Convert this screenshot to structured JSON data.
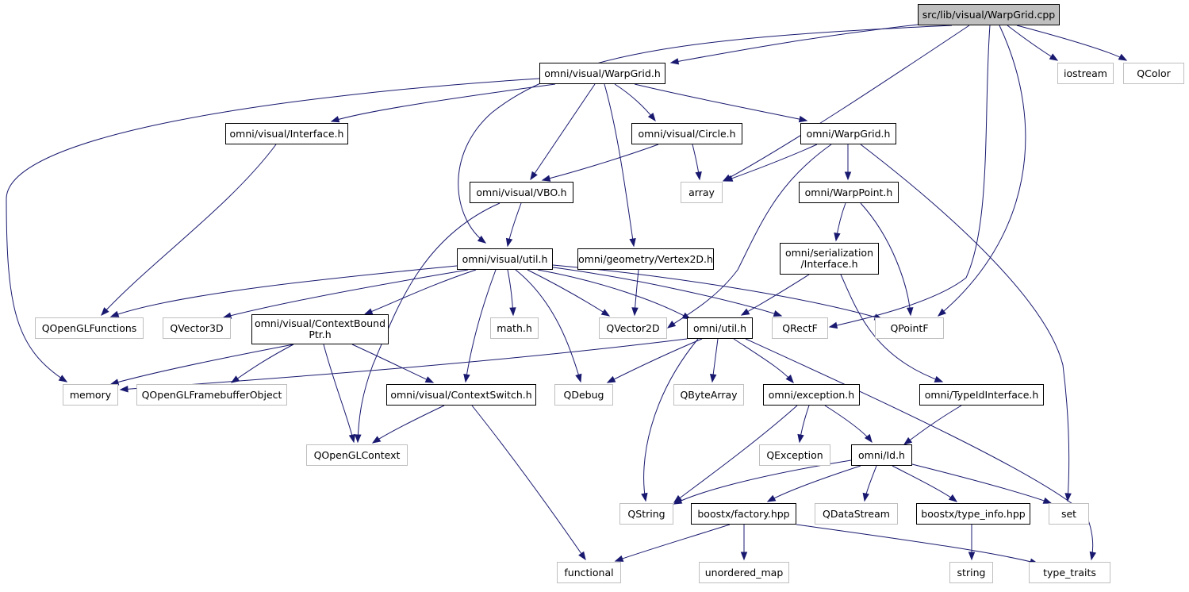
{
  "diagram": {
    "colors": {
      "edge": "#191970",
      "root_fill": "#bfbfbf",
      "internal_border": "#000000",
      "external_border": "#bfbfbf",
      "background": "#ffffff"
    },
    "nodes": [
      {
        "id": "warpgrid_cpp",
        "label": "src/lib/visual/WarpGrid.cpp",
        "kind": "root"
      },
      {
        "id": "iostream",
        "label": "iostream",
        "kind": "external"
      },
      {
        "id": "qcolor",
        "label": "QColor",
        "kind": "external"
      },
      {
        "id": "visual_warpgrid_h",
        "label": "omni/visual/WarpGrid.h",
        "kind": "internal"
      },
      {
        "id": "visual_interface_h",
        "label": "omni/visual/Interface.h",
        "kind": "internal"
      },
      {
        "id": "visual_circle_h",
        "label": "omni/visual/Circle.h",
        "kind": "internal"
      },
      {
        "id": "warpgrid_h",
        "label": "omni/WarpGrid.h",
        "kind": "internal"
      },
      {
        "id": "visual_vbo_h",
        "label": "omni/visual/VBO.h",
        "kind": "internal"
      },
      {
        "id": "array",
        "label": "array",
        "kind": "external"
      },
      {
        "id": "warppoint_h",
        "label": "omni/WarpPoint.h",
        "kind": "internal"
      },
      {
        "id": "visual_util_h",
        "label": "omni/visual/util.h",
        "kind": "internal"
      },
      {
        "id": "vertex2d_h",
        "label": "omni/geometry/Vertex2D.h",
        "kind": "internal"
      },
      {
        "id": "serialization_interface_h",
        "label": "omni/serialization\n/Interface.h",
        "kind": "internal"
      },
      {
        "id": "qopenglfunctions",
        "label": "QOpenGLFunctions",
        "kind": "external"
      },
      {
        "id": "qvector3d",
        "label": "QVector3D",
        "kind": "external"
      },
      {
        "id": "contextboundptr_h",
        "label": "omni/visual/ContextBound\nPtr.h",
        "kind": "internal"
      },
      {
        "id": "math_h",
        "label": "math.h",
        "kind": "external"
      },
      {
        "id": "qvector2d",
        "label": "QVector2D",
        "kind": "external"
      },
      {
        "id": "util_h",
        "label": "omni/util.h",
        "kind": "internal"
      },
      {
        "id": "qrectf",
        "label": "QRectF",
        "kind": "external"
      },
      {
        "id": "qpointf",
        "label": "QPointF",
        "kind": "external"
      },
      {
        "id": "memory",
        "label": "memory",
        "kind": "external"
      },
      {
        "id": "qopenglframebufferobject",
        "label": "QOpenGLFramebufferObject",
        "kind": "external"
      },
      {
        "id": "contextswitch_h",
        "label": "omni/visual/ContextSwitch.h",
        "kind": "internal"
      },
      {
        "id": "qdebug",
        "label": "QDebug",
        "kind": "external"
      },
      {
        "id": "qbytearray",
        "label": "QByteArray",
        "kind": "external"
      },
      {
        "id": "exception_h",
        "label": "omni/exception.h",
        "kind": "internal"
      },
      {
        "id": "typeidinterface_h",
        "label": "omni/TypeIdInterface.h",
        "kind": "internal"
      },
      {
        "id": "qopenglcontext",
        "label": "QOpenGLContext",
        "kind": "external"
      },
      {
        "id": "qexception",
        "label": "QException",
        "kind": "external"
      },
      {
        "id": "id_h",
        "label": "omni/Id.h",
        "kind": "internal"
      },
      {
        "id": "qstring",
        "label": "QString",
        "kind": "external"
      },
      {
        "id": "factory_hpp",
        "label": "boostx/factory.hpp",
        "kind": "internal"
      },
      {
        "id": "qdatastream",
        "label": "QDataStream",
        "kind": "external"
      },
      {
        "id": "type_info_hpp",
        "label": "boostx/type_info.hpp",
        "kind": "internal"
      },
      {
        "id": "set",
        "label": "set",
        "kind": "external"
      },
      {
        "id": "functional",
        "label": "functional",
        "kind": "external"
      },
      {
        "id": "unordered_map",
        "label": "unordered_map",
        "kind": "external"
      },
      {
        "id": "string",
        "label": "string",
        "kind": "external"
      },
      {
        "id": "type_traits",
        "label": "type_traits",
        "kind": "external"
      }
    ],
    "edges": [
      [
        "warpgrid_cpp",
        "visual_warpgrid_h"
      ],
      [
        "warpgrid_cpp",
        "visual_util_h"
      ],
      [
        "warpgrid_cpp",
        "array"
      ],
      [
        "warpgrid_cpp",
        "qrectf"
      ],
      [
        "warpgrid_cpp",
        "qpointf"
      ],
      [
        "warpgrid_cpp",
        "iostream"
      ],
      [
        "warpgrid_cpp",
        "qcolor"
      ],
      [
        "visual_warpgrid_h",
        "memory"
      ],
      [
        "visual_warpgrid_h",
        "visual_interface_h"
      ],
      [
        "visual_warpgrid_h",
        "visual_circle_h"
      ],
      [
        "visual_warpgrid_h",
        "warpgrid_h"
      ],
      [
        "visual_warpgrid_h",
        "visual_vbo_h"
      ],
      [
        "visual_warpgrid_h",
        "vertex2d_h"
      ],
      [
        "visual_interface_h",
        "qopenglfunctions"
      ],
      [
        "visual_circle_h",
        "visual_vbo_h"
      ],
      [
        "visual_circle_h",
        "array"
      ],
      [
        "warpgrid_h",
        "array"
      ],
      [
        "warpgrid_h",
        "warppoint_h"
      ],
      [
        "warpgrid_h",
        "qvector2d"
      ],
      [
        "warpgrid_h",
        "set"
      ],
      [
        "visual_vbo_h",
        "visual_util_h"
      ],
      [
        "visual_vbo_h",
        "qopenglcontext"
      ],
      [
        "warppoint_h",
        "serialization_interface_h"
      ],
      [
        "warppoint_h",
        "qpointf"
      ],
      [
        "serialization_interface_h",
        "util_h"
      ],
      [
        "serialization_interface_h",
        "typeidinterface_h"
      ],
      [
        "vertex2d_h",
        "qvector2d"
      ],
      [
        "visual_util_h",
        "qopenglfunctions"
      ],
      [
        "visual_util_h",
        "qvector3d"
      ],
      [
        "visual_util_h",
        "contextboundptr_h"
      ],
      [
        "visual_util_h",
        "contextswitch_h"
      ],
      [
        "visual_util_h",
        "math_h"
      ],
      [
        "visual_util_h",
        "qdebug"
      ],
      [
        "visual_util_h",
        "qvector2d"
      ],
      [
        "visual_util_h",
        "util_h"
      ],
      [
        "visual_util_h",
        "qrectf"
      ],
      [
        "visual_util_h",
        "qpointf"
      ],
      [
        "contextboundptr_h",
        "memory"
      ],
      [
        "contextboundptr_h",
        "qopenglframebufferobject"
      ],
      [
        "contextboundptr_h",
        "qopenglcontext"
      ],
      [
        "contextboundptr_h",
        "contextswitch_h"
      ],
      [
        "contextswitch_h",
        "qopenglcontext"
      ],
      [
        "contextswitch_h",
        "functional"
      ],
      [
        "util_h",
        "memory"
      ],
      [
        "util_h",
        "qdebug"
      ],
      [
        "util_h",
        "qstring"
      ],
      [
        "util_h",
        "qbytearray"
      ],
      [
        "util_h",
        "exception_h"
      ],
      [
        "util_h",
        "type_traits"
      ],
      [
        "exception_h",
        "qstring"
      ],
      [
        "exception_h",
        "qexception"
      ],
      [
        "exception_h",
        "id_h"
      ],
      [
        "typeidinterface_h",
        "id_h"
      ],
      [
        "id_h",
        "qstring"
      ],
      [
        "id_h",
        "factory_hpp"
      ],
      [
        "id_h",
        "qdatastream"
      ],
      [
        "id_h",
        "type_info_hpp"
      ],
      [
        "id_h",
        "set"
      ],
      [
        "factory_hpp",
        "functional"
      ],
      [
        "factory_hpp",
        "unordered_map"
      ],
      [
        "factory_hpp",
        "type_traits"
      ],
      [
        "type_info_hpp",
        "string"
      ]
    ]
  }
}
